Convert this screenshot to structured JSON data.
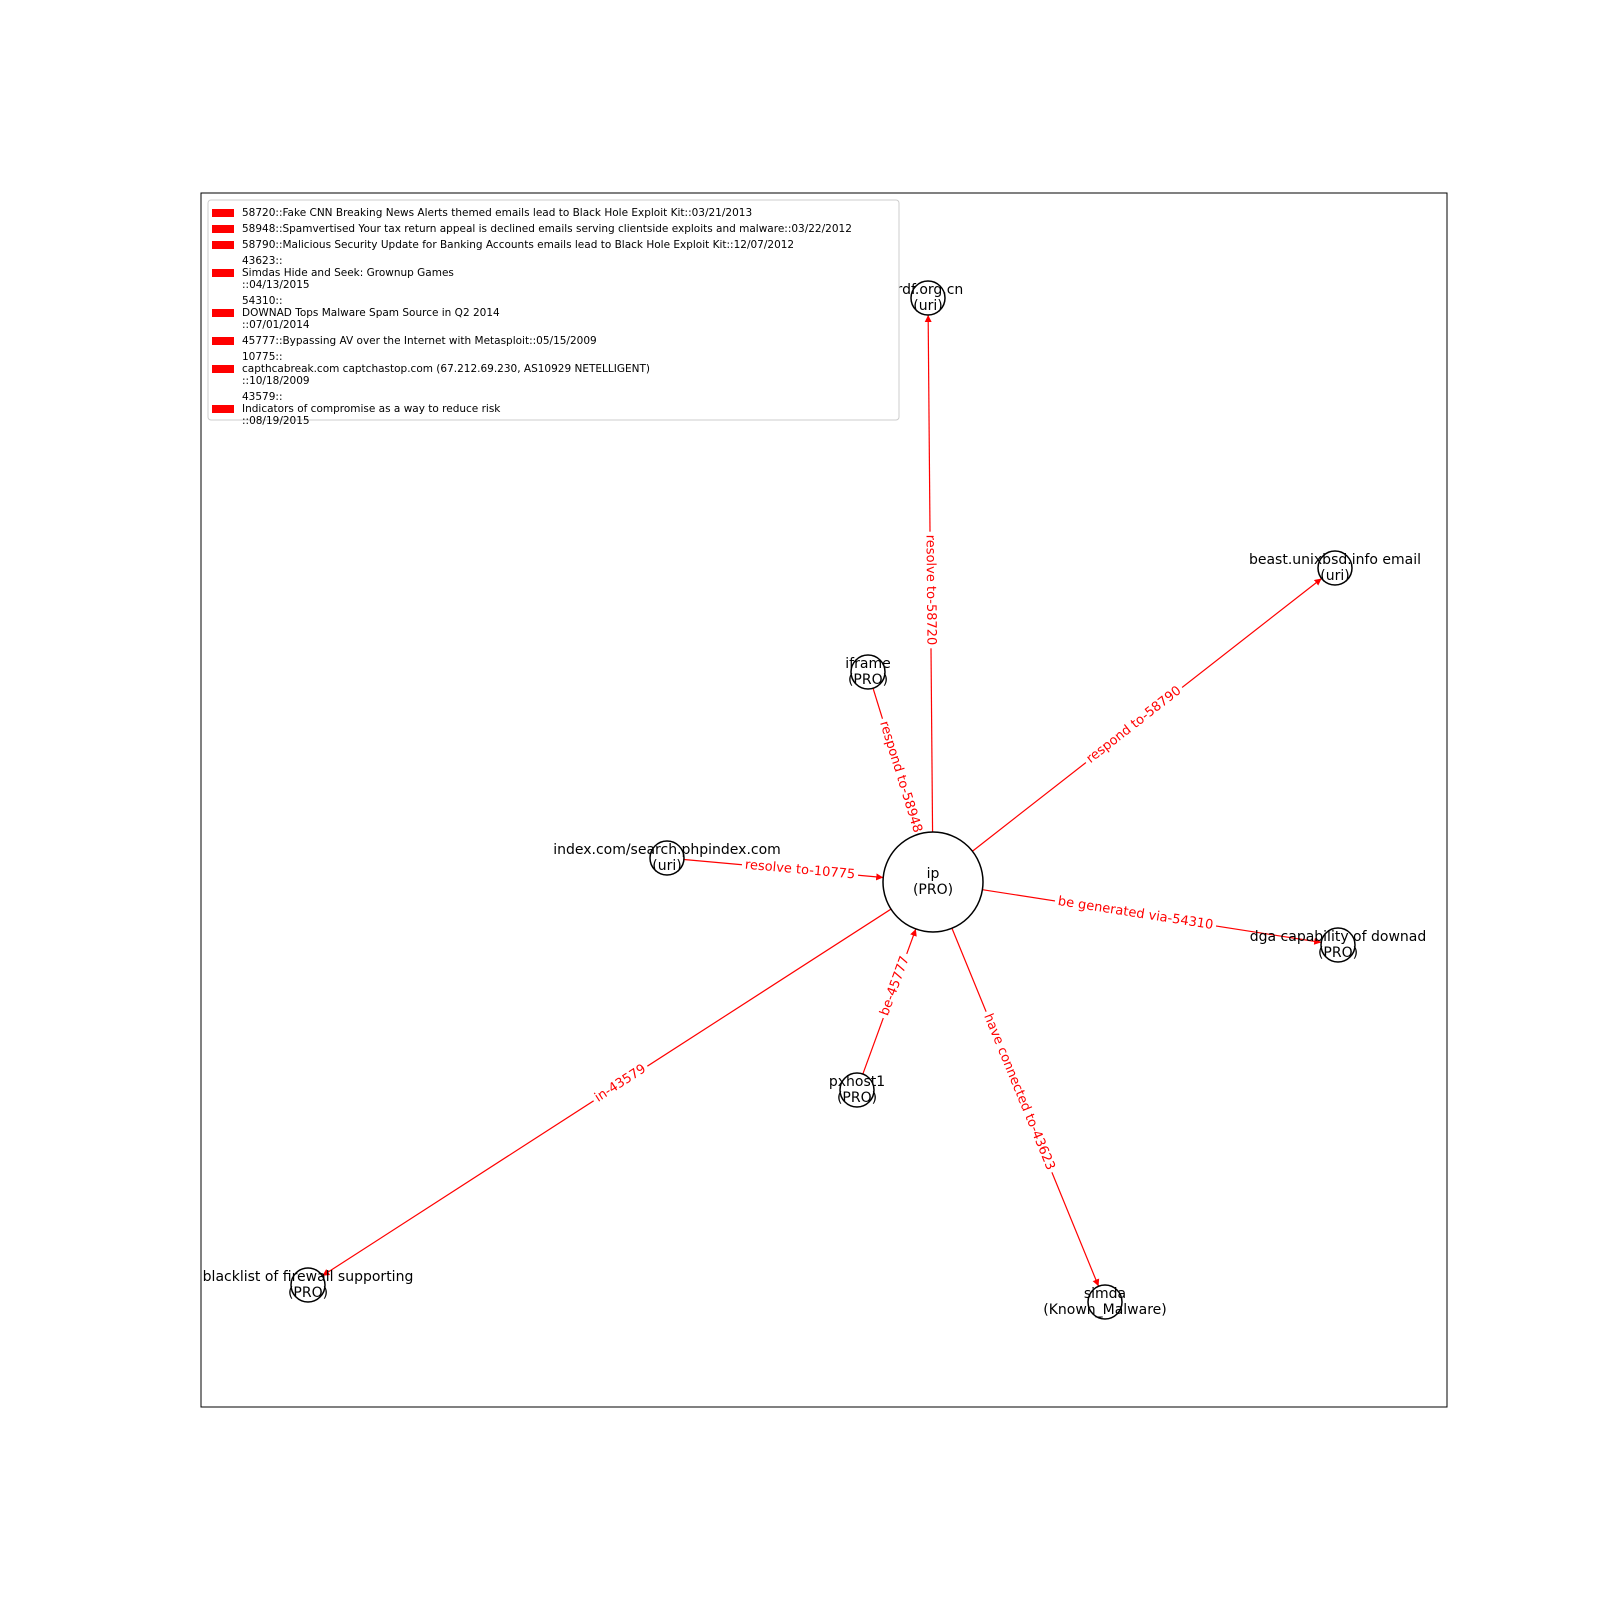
{
  "center_node": {
    "id": "ip",
    "label": "ip",
    "type": "(PRO)"
  },
  "nodes": [
    {
      "id": "lrdf",
      "label": "lrdf.org.cn",
      "type": "(uri)"
    },
    {
      "id": "beast",
      "label": "beast.unixbsd.info email",
      "type": "(uri)"
    },
    {
      "id": "iframe",
      "label": "iframe",
      "type": "(PRO)"
    },
    {
      "id": "index",
      "label": "index.com/search.phpindex.com",
      "type": "(uri)"
    },
    {
      "id": "dga",
      "label": "dga capability of downad",
      "type": "(PRO)"
    },
    {
      "id": "pxhost",
      "label": "pxhost1",
      "type": "(PRO)"
    },
    {
      "id": "simda",
      "label": "simda",
      "type": "(Known_Malware)"
    },
    {
      "id": "blacklist",
      "label": "blacklist of firewall supporting",
      "type": "(PRO)"
    }
  ],
  "edges": [
    {
      "from": "ip",
      "to": "lrdf",
      "label": "resolve to-58720"
    },
    {
      "from": "ip",
      "to": "beast",
      "label": "respond to-58790"
    },
    {
      "from": "iframe",
      "to": "ip",
      "label": "respond to-58948"
    },
    {
      "from": "index",
      "to": "ip",
      "label": "resolve to-10775"
    },
    {
      "from": "ip",
      "to": "dga",
      "label": "be generated via-54310"
    },
    {
      "from": "pxhost",
      "to": "ip",
      "label": "be-45777"
    },
    {
      "from": "ip",
      "to": "simda",
      "label": "have connected to-43623"
    },
    {
      "from": "ip",
      "to": "blacklist",
      "label": "in-43579"
    }
  ],
  "legend": [
    {
      "lines": [
        "58720::Fake CNN Breaking News Alerts themed emails lead to Black Hole Exploit Kit::03/21/2013"
      ]
    },
    {
      "lines": [
        "58948::Spamvertised Your tax return appeal is declined emails serving clientside exploits and malware::03/22/2012"
      ]
    },
    {
      "lines": [
        "58790::Malicious Security Update for Banking Accounts emails lead to Black Hole Exploit Kit::12/07/2012"
      ]
    },
    {
      "lines": [
        "43623::",
        "Simdas Hide and Seek: Grownup Games",
        "::04/13/2015"
      ]
    },
    {
      "lines": [
        "54310::",
        "DOWNAD Tops Malware Spam Source in Q2 2014",
        "::07/01/2014"
      ]
    },
    {
      "lines": [
        "45777::Bypassing AV over the Internet with Metasploit::05/15/2009"
      ]
    },
    {
      "lines": [
        "10775::",
        "capthcabreak.com  captchastop.com (67.212.69.230, AS10929 NETELLIGENT)",
        "::10/18/2009"
      ]
    },
    {
      "lines": [
        "43579::",
        "Indicators of compromise as a way to reduce risk",
        "::08/19/2015"
      ]
    }
  ],
  "colors": {
    "edge": "#ff0000",
    "node_stroke": "#000000",
    "legend_patch": "#ff0000"
  }
}
